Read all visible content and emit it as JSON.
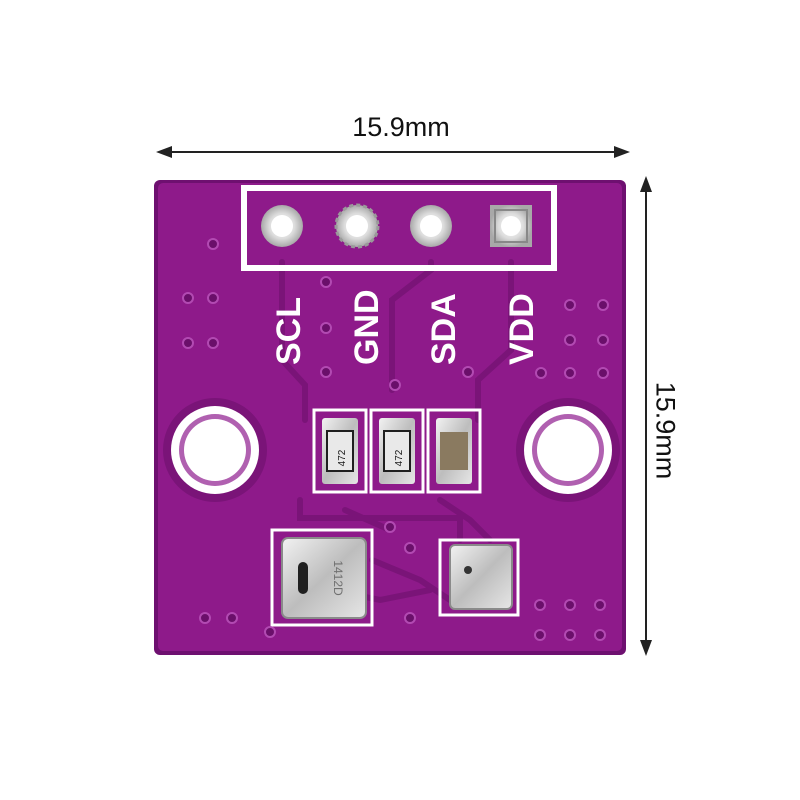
{
  "dimensions": {
    "width_label": "15.9mm",
    "height_label": "15.9mm"
  },
  "pins": {
    "scl": "SCL",
    "gnd": "GND",
    "sda": "SDA",
    "vdd": "VDD"
  },
  "resistors": {
    "r1": "472",
    "r2": "472"
  },
  "sensor_marking": "1412D",
  "colors": {
    "board": "#8e1a8a",
    "board_edge": "#6e1070",
    "silkscreen": "#ffffff",
    "copper_trace": "#7a1478",
    "metal": "#c8c8c8"
  }
}
